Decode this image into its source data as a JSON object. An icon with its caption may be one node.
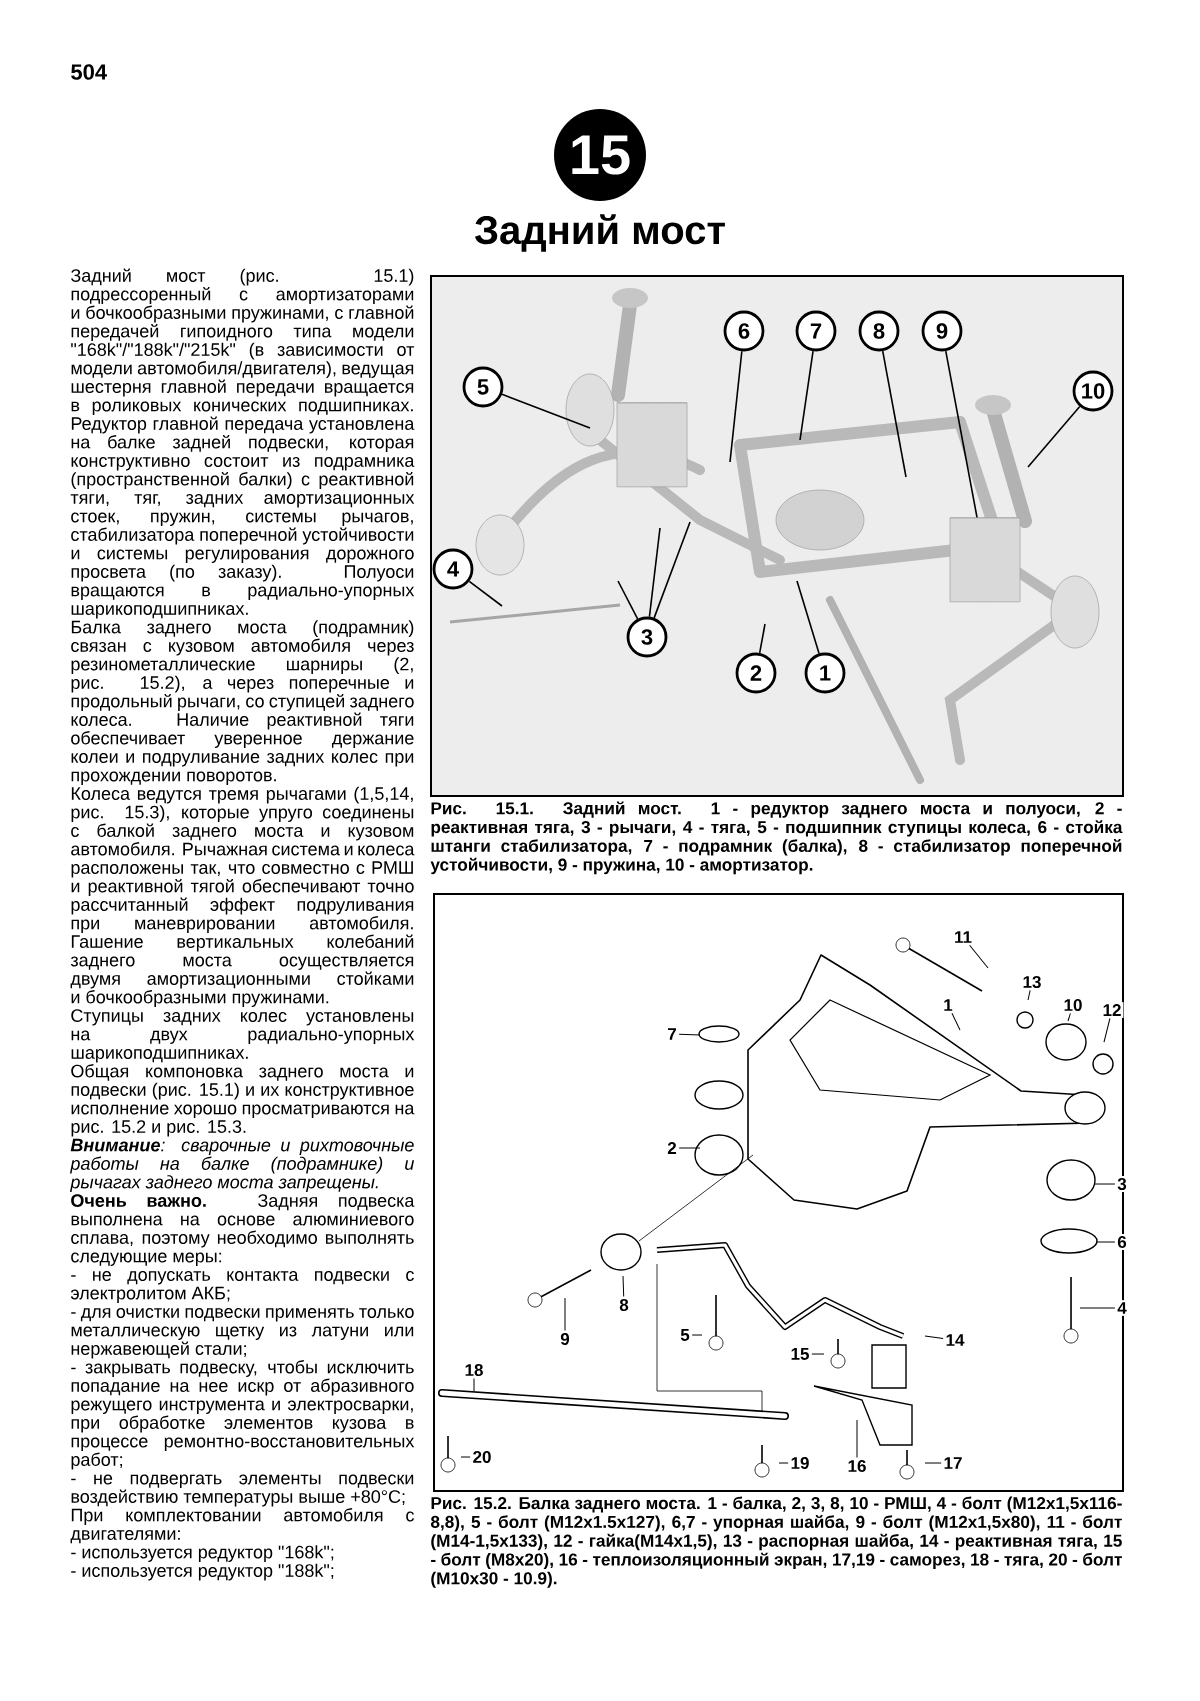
{
  "diagram": {
    "title": "Задний мост",
    "nodes": [
      {
        "text": [],
        "shape": "box"
      },
      {
        "text": [
          "5"
        ],
        "in": 0
      },
      {
        "text": [
          "6"
        ],
        "in": 0
      },
      {
        "text": [
          "7"
        ],
        "in": 0
      },
      {
        "text": [
          "8"
        ],
        "in": 0
      },
      {
        "text": [
          "9"
        ],
        "in": 0
      },
      {
        "text": [
          "10"
        ],
        "in": 0
      },
      {
        "text": [
          "4"
        ],
        "in": 0
      },
      {
        "text": [
          "3"
        ],
        "in": 0
      },
      {
        "text": [
          "2"
        ],
        "in": 0
      },
      {
        "text": [
          "1"
        ],
        "in": 0
      },
      {
        "text": [],
        "shape": "box"
      },
      {
        "text": [
          "11"
        ],
        "in": 11
      },
      {
        "text": [
          "13"
        ],
        "in": 11
      },
      {
        "text": [
          "10"
        ],
        "in": 11
      },
      {
        "text": [
          "1"
        ],
        "in": 11
      },
      {
        "text": [
          "12"
        ],
        "in": 11
      },
      {
        "text": [
          "7"
        ],
        "in": 11
      },
      {
        "text": [
          "2"
        ],
        "in": 11
      },
      {
        "text": [
          "3"
        ],
        "in": 11
      },
      {
        "text": [
          "6"
        ],
        "in": 11
      },
      {
        "text": [
          "8"
        ],
        "in": 11
      },
      {
        "text": [
          "4"
        ],
        "in": 11
      },
      {
        "text": [
          "9"
        ],
        "in": 11
      },
      {
        "text": [
          "5"
        ],
        "in": 11
      },
      {
        "text": [
          "14"
        ],
        "in": 11
      },
      {
        "text": [
          "15"
        ],
        "in": 11
      },
      {
        "text": [
          "18"
        ],
        "in": 11
      },
      {
        "text": [
          "20"
        ],
        "in": 11
      },
      {
        "text": [
          "19"
        ],
        "in": 11
      },
      {
        "text": [
          "16"
        ],
        "in": 11
      },
      {
        "text": [
          "17"
        ],
        "in": 11
      },
      {
        "text": [
          "15"
        ]
      },
      {
        "text": [],
        "shape": "cylinder",
        "in": 0
      },
      {
        "text": [],
        "shape": "cylinder",
        "in": 0
      }
    ],
    "edges": [
      {
        "from": 1,
        "to": null,
        "arrow": "none"
      },
      {
        "from": 2,
        "to": null,
        "arrow": "none"
      },
      {
        "from": 3,
        "to": null,
        "arrow": "none"
      },
      {
        "from": 4,
        "to": null,
        "arrow": "none"
      },
      {
        "from": 5,
        "to": 34,
        "arrow": "none"
      },
      {
        "from": 6,
        "to": null,
        "arrow": "none"
      },
      {
        "from": 7,
        "to": null,
        "arrow": "none"
      },
      {
        "from": 8,
        "to": null,
        "arrow": "none"
      },
      {
        "from": 8,
        "to": null,
        "arrow": "none"
      },
      {
        "from": 8,
        "to": null,
        "arrow": "none"
      },
      {
        "from": 9,
        "to": null,
        "arrow": "none"
      },
      {
        "from": 10,
        "to": null,
        "arrow": "none"
      },
      {
        "from": 12,
        "to": null,
        "arrow": "none"
      },
      {
        "from": 13,
        "to": null,
        "arrow": "none"
      },
      {
        "from": 14,
        "to": null,
        "arrow": "none"
      },
      {
        "from": 15,
        "to": null,
        "arrow": "none"
      },
      {
        "from": 16,
        "to": null,
        "arrow": "none"
      },
      {
        "from": 17,
        "to": null,
        "arrow": "none"
      },
      {
        "from": 18,
        "to": null,
        "arrow": "none"
      },
      {
        "from": 19,
        "to": null,
        "arrow": "none"
      },
      {
        "from": 20,
        "to": null,
        "arrow": "none"
      },
      {
        "from": 21,
        "to": null,
        "arrow": "none"
      },
      {
        "from": 22,
        "to": null,
        "arrow": "none"
      },
      {
        "from": 23,
        "to": null,
        "arrow": "none"
      },
      {
        "from": 24,
        "to": null,
        "arrow": "none"
      },
      {
        "from": 25,
        "to": null,
        "arrow": "none"
      },
      {
        "from": 26,
        "to": null,
        "arrow": "none"
      },
      {
        "from": 27,
        "to": null,
        "arrow": "none"
      },
      {
        "from": 28,
        "to": null,
        "arrow": "none"
      },
      {
        "from": 29,
        "to": null,
        "arrow": "none"
      },
      {
        "from": 30,
        "to": null,
        "arrow": "none"
      },
      {
        "from": 31,
        "to": null,
        "arrow": "none"
      }
    ],
    "labels": [
      "504",
      "Задний мост (рис. 15.1) подрессоренный с амортизаторами и бочкообразными пружинами, с главной передачей гипоидного типа модели \"168k\"/\"188k\"/\"215k\" (в зависимости от модели автомобиля/двигателя), ведущая шестерня главной передачи вращается в роликовых конических подшипниках. Редуктор главной передача установлена на балке задней подвески, которая конструктивно состоит из подрамника (пространственной балки) с реактивной тяги, тяг, задних амортизационных стоек, пружин, системы рычагов, стабилизатора поперечной устойчивости и системы регулирования дорожного просвета (по заказу). Полуоси вращаются в радиально-упорных шарикоподшипниках.",
      "Балка заднего моста (подрамник) связан с кузовом автомобиля через резинометаллические шарниры (2, рис. 15.2), а через поперечные и продольный рычаги, со ступицей заднего колеса. Наличие реактивной тяги обеспечивает уверенное держание колеи и подруливание задних колес при прохождении поворотов.",
      "Колеса ведутся тремя рычагами (1,5,14, рис. 15.3), которые упруго соединены с балкой заднего моста и кузовом автомобиля. Рычажная система и колеса расположены так, что совместно с РМШ и реактивной тягой обеспечивают точно рассчитанный эффект подруливания при маневрировании автомобиля. Гашение вертикальных колебаний заднего моста осуществляется двумя амортизационными стойками и бочкообразными пружинами.",
      "Ступицы задних колес установлены на двух радиально-упорных шарикоподшипниках.",
      "Общая компоновка заднего моста и подвески (рис. 15.1) и их конструктивное исполнение хорошо просматриваются на рис. 15.2 и рис. 15.3.",
      "**Внимание**: сварочные и рихтовочные работы на балке (подрамнике) и рычагах заднего моста запрещены.",
      "**Очень важно.** Задняя подвеска выполнена на основе алюминиевого сплава, поэтому необходимо выполнять следующие меры:",
      "- не допускать контакта подвески с электролитом АКБ;",
      "- для очистки подвески применять только металлическую щетку из латуни или нержавеющей стали;",
      "- закрывать подвеску, чтобы исключить попадание на нее искр от абразивного режущего инструмента и электросварки, при обработке элементов кузова в процессе ремонтно-восстановительных работ;",
      "- не подвергать элементы подвески воздействию температуры выше +80°C;",
      "При комплектовании автомобиля с двигателями:",
      "- используется редуктор \"168k\";",
      "- используется редуктор \"188k\";",
      "Рис. 15.1. Задний мост. 1 - редуктор заднего моста и полуоси, 2 - реактивная тяга, 3 - рычаги, 4 - тяга, 5 - подшипник ступицы колеса, 6 - стойка штанги стабилизатора, 7 - подрамник (балка), 8 - стабилизатор поперечной устойчивости, 9 - пружина, 10 - амортизатор.",
      "Рис. 15.2. Балка заднего моста. 1 - балка, 2, 3, 8, 10 - РМШ, 4 - болт (M12x1,5x116-8,8), 5 - болт (M12x1.5x127), 6,7 - упорная шайба, 9 - болт (M12x1,5x80), 11 - болт (M14-1,5x133), 12 - гайка(M14x1,5), 13 - распорная шайба, 14 - реактивная тяга, 15 - болт (M8x20), 16 - теплоизоляционный экран, 17,19 - саморез, 18 - тяга, 20 - болт (M10x30 - 10.9)."
    ]
  }
}
